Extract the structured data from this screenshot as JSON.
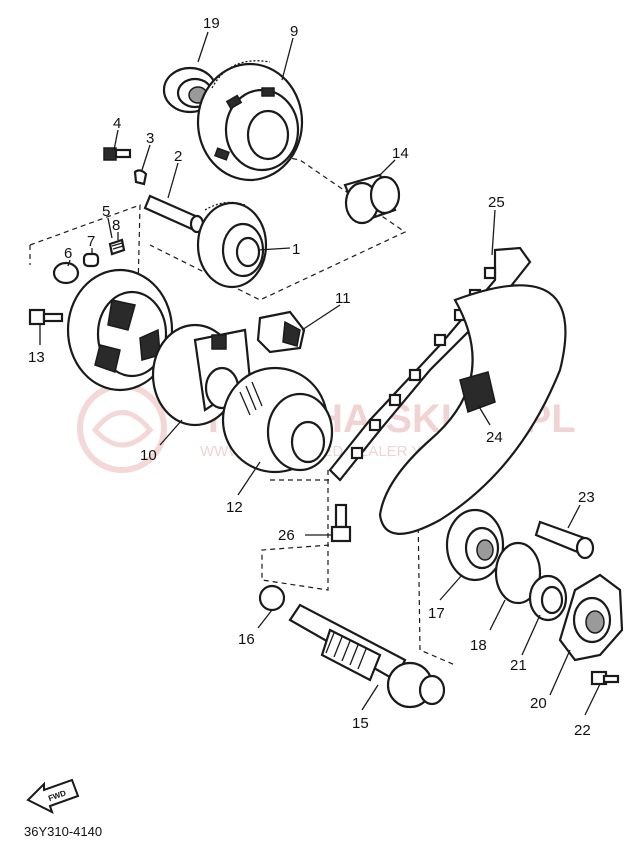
{
  "diagram": {
    "document_code": "36Y310-4140",
    "fwd_label": "FWD",
    "watermark": {
      "title": "YAMAHA-SKLEP.PL",
      "subtitle": "WWW.AUTHORIZED DEALER YAMAHA"
    },
    "parts": [
      {
        "id": "1",
        "label": "1"
      },
      {
        "id": "2",
        "label": "2"
      },
      {
        "id": "3",
        "label": "3"
      },
      {
        "id": "4",
        "label": "4"
      },
      {
        "id": "5",
        "label": "5"
      },
      {
        "id": "6",
        "label": "6"
      },
      {
        "id": "7",
        "label": "7"
      },
      {
        "id": "8",
        "label": "8"
      },
      {
        "id": "9",
        "label": "9"
      },
      {
        "id": "10",
        "label": "10"
      },
      {
        "id": "11",
        "label": "11"
      },
      {
        "id": "12",
        "label": "12"
      },
      {
        "id": "13",
        "label": "13"
      },
      {
        "id": "14",
        "label": "14"
      },
      {
        "id": "15",
        "label": "15"
      },
      {
        "id": "16",
        "label": "16"
      },
      {
        "id": "17",
        "label": "17"
      },
      {
        "id": "18",
        "label": "18"
      },
      {
        "id": "19",
        "label": "19"
      },
      {
        "id": "20",
        "label": "20"
      },
      {
        "id": "21",
        "label": "21"
      },
      {
        "id": "22",
        "label": "22"
      },
      {
        "id": "23",
        "label": "23"
      },
      {
        "id": "24",
        "label": "24"
      },
      {
        "id": "25",
        "label": "25"
      },
      {
        "id": "26",
        "label": "26"
      }
    ]
  }
}
